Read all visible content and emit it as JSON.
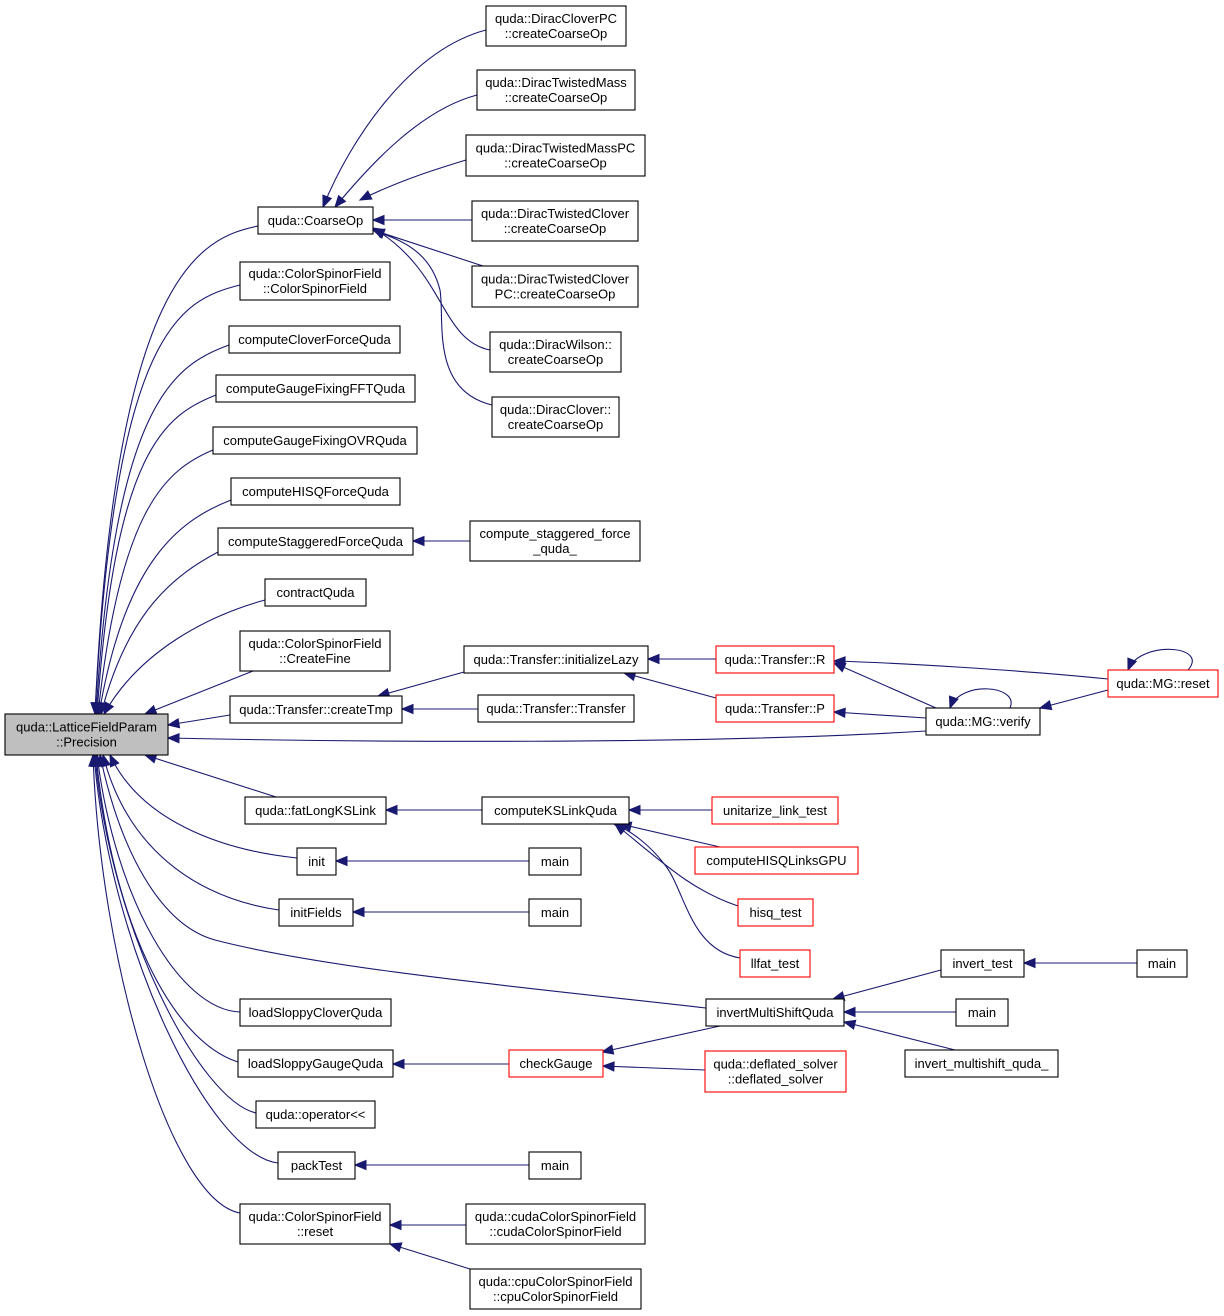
{
  "graph": {
    "type": "call-graph",
    "direction": "right-to-left",
    "colors": {
      "edge": "#191970",
      "node_border": "#000000",
      "truncated_border": "#ff0000",
      "root_fill": "#bfbfbf",
      "background": "#ffffff"
    },
    "nodes": [
      {
        "id": "root",
        "lines": [
          "quda::LatticeFieldParam",
          "::Precision"
        ]
      },
      {
        "id": "coarseop",
        "lines": [
          "quda::CoarseOp"
        ]
      },
      {
        "id": "csf_csf",
        "lines": [
          "quda::ColorSpinorField",
          "::ColorSpinorField"
        ]
      },
      {
        "id": "cloverforce",
        "lines": [
          "computeCloverForceQuda"
        ]
      },
      {
        "id": "gfix_fft",
        "lines": [
          "computeGaugeFixingFFTQuda"
        ]
      },
      {
        "id": "gfix_ovr",
        "lines": [
          "computeGaugeFixingOVRQuda"
        ]
      },
      {
        "id": "hisqforce",
        "lines": [
          "computeHISQForceQuda"
        ]
      },
      {
        "id": "staggforce",
        "lines": [
          "computeStaggeredForceQuda"
        ]
      },
      {
        "id": "contract",
        "lines": [
          "contractQuda"
        ]
      },
      {
        "id": "csf_fine",
        "lines": [
          "quda::ColorSpinorField",
          "::CreateFine"
        ]
      },
      {
        "id": "createtmp",
        "lines": [
          "quda::Transfer::createTmp"
        ]
      },
      {
        "id": "fatlong",
        "lines": [
          "quda::fatLongKSLink"
        ]
      },
      {
        "id": "init",
        "lines": [
          "init"
        ]
      },
      {
        "id": "initfields",
        "lines": [
          "initFields"
        ]
      },
      {
        "id": "loadclover",
        "lines": [
          "loadSloppyCloverQuda"
        ]
      },
      {
        "id": "loadgauge",
        "lines": [
          "loadSloppyGaugeQuda"
        ]
      },
      {
        "id": "opshift",
        "lines": [
          "quda::operator<<"
        ]
      },
      {
        "id": "packtest",
        "lines": [
          "packTest"
        ]
      },
      {
        "id": "csf_reset",
        "lines": [
          "quda::ColorSpinorField",
          "::reset"
        ]
      },
      {
        "id": "dcpc",
        "lines": [
          "quda::DiracCloverPC",
          "::createCoarseOp"
        ]
      },
      {
        "id": "dtm",
        "lines": [
          "quda::DiracTwistedMass",
          "::createCoarseOp"
        ]
      },
      {
        "id": "dtmpc",
        "lines": [
          "quda::DiracTwistedMassPC",
          "::createCoarseOp"
        ]
      },
      {
        "id": "dtc",
        "lines": [
          "quda::DiracTwistedClover",
          "::createCoarseOp"
        ]
      },
      {
        "id": "dtcpc",
        "lines": [
          "quda::DiracTwistedClover",
          "PC::createCoarseOp"
        ]
      },
      {
        "id": "dw",
        "lines": [
          "quda::DiracWilson::",
          "createCoarseOp"
        ]
      },
      {
        "id": "dc",
        "lines": [
          "quda::DiracClover::",
          "createCoarseOp"
        ]
      },
      {
        "id": "csfq",
        "lines": [
          "compute_staggered_force",
          "_quda_"
        ]
      },
      {
        "id": "initlazy",
        "lines": [
          "quda::Transfer::initializeLazy"
        ]
      },
      {
        "id": "transfer",
        "lines": [
          "quda::Transfer::Transfer"
        ]
      },
      {
        "id": "transR",
        "lines": [
          "quda::Transfer::R"
        ],
        "truncated": true
      },
      {
        "id": "transP",
        "lines": [
          "quda::Transfer::P"
        ],
        "truncated": true
      },
      {
        "id": "mgverify",
        "lines": [
          "quda::MG::verify"
        ]
      },
      {
        "id": "mgreset",
        "lines": [
          "quda::MG::reset"
        ],
        "truncated": true
      },
      {
        "id": "ksl",
        "lines": [
          "computeKSLinkQuda"
        ]
      },
      {
        "id": "unitarize",
        "lines": [
          "unitarize_link_test"
        ],
        "truncated": true
      },
      {
        "id": "hisqgpu",
        "lines": [
          "computeHISQLinksGPU"
        ],
        "truncated": true
      },
      {
        "id": "hisqtest",
        "lines": [
          "hisq_test"
        ],
        "truncated": true
      },
      {
        "id": "llfat",
        "lines": [
          "llfat_test"
        ],
        "truncated": true
      },
      {
        "id": "main_init",
        "lines": [
          "main"
        ]
      },
      {
        "id": "main_initfields",
        "lines": [
          "main"
        ]
      },
      {
        "id": "ims",
        "lines": [
          "invertMultiShiftQuda"
        ]
      },
      {
        "id": "invtest",
        "lines": [
          "invert_test"
        ]
      },
      {
        "id": "main_invtest",
        "lines": [
          "main"
        ]
      },
      {
        "id": "main_ims",
        "lines": [
          "main"
        ]
      },
      {
        "id": "imsq",
        "lines": [
          "invert_multishift_quda_"
        ]
      },
      {
        "id": "checkgauge",
        "lines": [
          "checkGauge"
        ],
        "truncated": true
      },
      {
        "id": "deflated",
        "lines": [
          "quda::deflated_solver",
          "::deflated_solver"
        ],
        "truncated": true
      },
      {
        "id": "main_pack",
        "lines": [
          "main"
        ]
      },
      {
        "id": "cudacsf",
        "lines": [
          "quda::cudaColorSpinorField",
          "::cudaColorSpinorField"
        ]
      },
      {
        "id": "cpucsf",
        "lines": [
          "quda::cpuColorSpinorField",
          "::cpuColorSpinorField"
        ]
      }
    ],
    "edges": [
      [
        "coarseop",
        "root"
      ],
      [
        "csf_csf",
        "root"
      ],
      [
        "cloverforce",
        "root"
      ],
      [
        "gfix_fft",
        "root"
      ],
      [
        "gfix_ovr",
        "root"
      ],
      [
        "hisqforce",
        "root"
      ],
      [
        "staggforce",
        "root"
      ],
      [
        "contract",
        "root"
      ],
      [
        "csf_fine",
        "root"
      ],
      [
        "createtmp",
        "root"
      ],
      [
        "mgverify",
        "root"
      ],
      [
        "fatlong",
        "root"
      ],
      [
        "init",
        "root"
      ],
      [
        "initfields",
        "root"
      ],
      [
        "ims",
        "root"
      ],
      [
        "loadclover",
        "root"
      ],
      [
        "loadgauge",
        "root"
      ],
      [
        "opshift",
        "root"
      ],
      [
        "packtest",
        "root"
      ],
      [
        "csf_reset",
        "root"
      ],
      [
        "dcpc",
        "coarseop"
      ],
      [
        "dtm",
        "coarseop"
      ],
      [
        "dtmpc",
        "coarseop"
      ],
      [
        "dtc",
        "coarseop"
      ],
      [
        "dtcpc",
        "coarseop"
      ],
      [
        "dw",
        "coarseop"
      ],
      [
        "dc",
        "coarseop"
      ],
      [
        "csfq",
        "staggforce"
      ],
      [
        "initlazy",
        "createtmp"
      ],
      [
        "transfer",
        "createtmp"
      ],
      [
        "transR",
        "initlazy"
      ],
      [
        "transP",
        "initlazy"
      ],
      [
        "mgverify",
        "transR"
      ],
      [
        "mgreset",
        "transR"
      ],
      [
        "mgverify",
        "transP"
      ],
      [
        "mgverify",
        "mgverify"
      ],
      [
        "mgreset",
        "mgverify"
      ],
      [
        "mgreset",
        "mgreset"
      ],
      [
        "ksl",
        "fatlong"
      ],
      [
        "unitarize",
        "ksl"
      ],
      [
        "hisqgpu",
        "ksl"
      ],
      [
        "hisqtest",
        "ksl"
      ],
      [
        "llfat",
        "ksl"
      ],
      [
        "main_init",
        "init"
      ],
      [
        "main_initfields",
        "initfields"
      ],
      [
        "invtest",
        "ims"
      ],
      [
        "main_ims",
        "ims"
      ],
      [
        "imsq",
        "ims"
      ],
      [
        "main_invtest",
        "invtest"
      ],
      [
        "checkgauge",
        "loadgauge"
      ],
      [
        "ims",
        "checkgauge"
      ],
      [
        "deflated",
        "checkgauge"
      ],
      [
        "main_pack",
        "packtest"
      ],
      [
        "cudacsf",
        "csf_reset"
      ],
      [
        "cpucsf",
        "csf_reset"
      ]
    ]
  }
}
